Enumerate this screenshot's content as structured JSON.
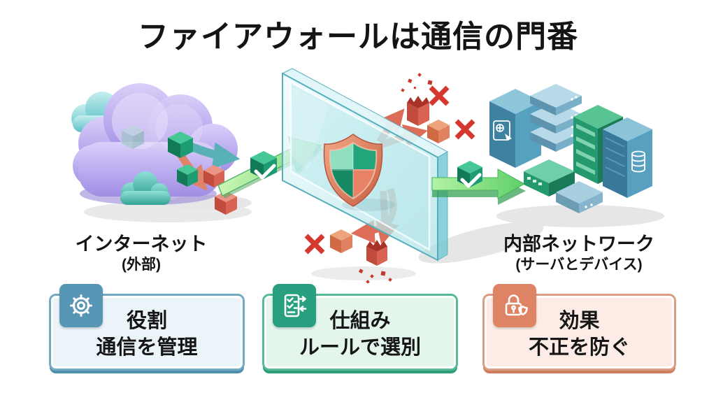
{
  "title": "ファイアウォールは通信の門番",
  "diagram": {
    "internet": {
      "label": "インターネット",
      "sublabel": "(外部)"
    },
    "internal": {
      "label": "内部ネットワーク",
      "sublabel": "(サーバとデバイス)"
    },
    "flow_icons": {
      "allowed": "check-cube-icon",
      "blocked": "x-icon",
      "firewall": "shield-icon",
      "source": "cloud-icon",
      "destination": "server-icons"
    }
  },
  "cards": [
    {
      "heading": "役割",
      "description": "通信を管理",
      "icon": "gear-icon",
      "accent": "#74abc4",
      "badge": "#5796b4",
      "fill": "#eaf4f9"
    },
    {
      "heading": "仕組み",
      "description": "ルールで選別",
      "icon": "checklist-icon",
      "accent": "#56bb94",
      "badge": "#28a07f",
      "fill": "#e4f5ec"
    },
    {
      "heading": "効果",
      "description": "不正を防ぐ",
      "icon": "lock-shield-icon",
      "accent": "#dc9d85",
      "badge": "#df8365",
      "fill": "#fcece5"
    }
  ],
  "colors": {
    "background": "#ffffff",
    "title_text": "#141414",
    "allowed_green": "#7ddd7a",
    "blocked_red": "#d5382e",
    "cloud_purple": "#b3a2ec",
    "cloud_teal": "#58bdc0",
    "glass_teal": "#b6e6ea",
    "shield_rim_orange": "#e0825f",
    "shield_green": "#1e9e72"
  }
}
